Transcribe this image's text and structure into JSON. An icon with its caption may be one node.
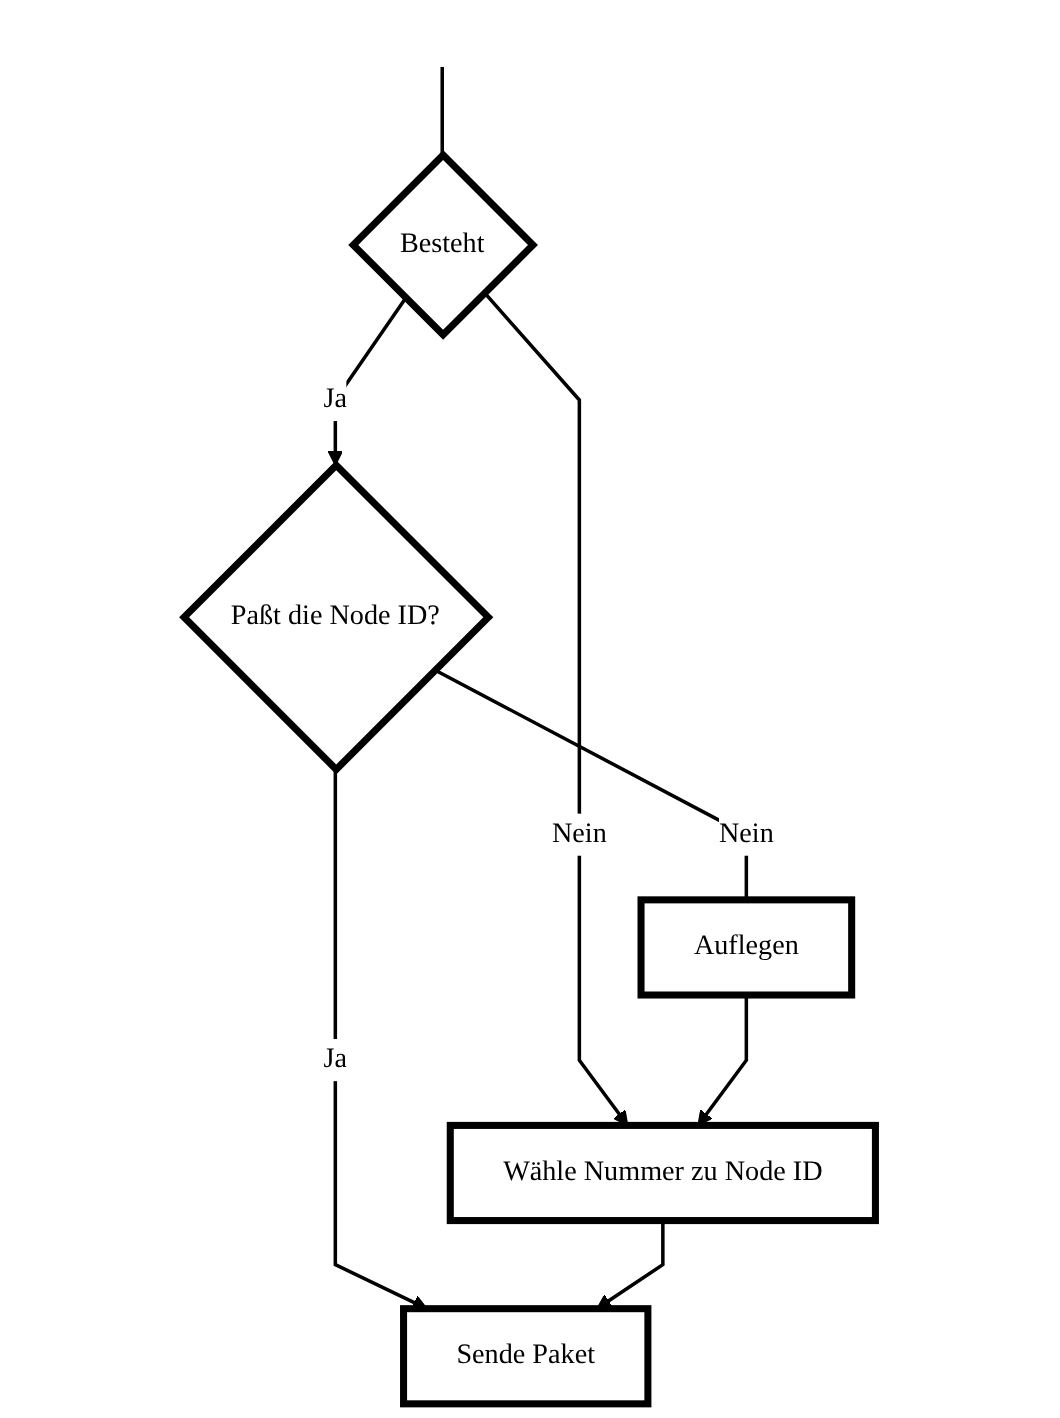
{
  "diagram": {
    "nodes": [
      {
        "text": [
          "Besteht"
        ]
      },
      {
        "text": [
          "Paßt die Node ID?"
        ]
      },
      {
        "text": [
          "Auflegen"
        ]
      },
      {
        "text": [
          "Wähle Nummer zu Node ID"
        ]
      },
      {
        "text": [
          "Sende Paket"
        ]
      }
    ],
    "edges": [
      {
        "from": null,
        "to": 0,
        "arrow": "none"
      },
      {
        "from": 0,
        "to": 1,
        "arrow": "to",
        "label": "Ja"
      },
      {
        "from": 0,
        "to": 3,
        "arrow": "to",
        "label": "Nein"
      },
      {
        "from": 1,
        "to": 2,
        "arrow": "none",
        "label": "Nein"
      },
      {
        "from": 2,
        "to": 3,
        "arrow": "to"
      },
      {
        "from": 1,
        "to": 4,
        "arrow": "to",
        "label": "Ja"
      },
      {
        "from": 3,
        "to": 4,
        "arrow": "to"
      }
    ]
  }
}
